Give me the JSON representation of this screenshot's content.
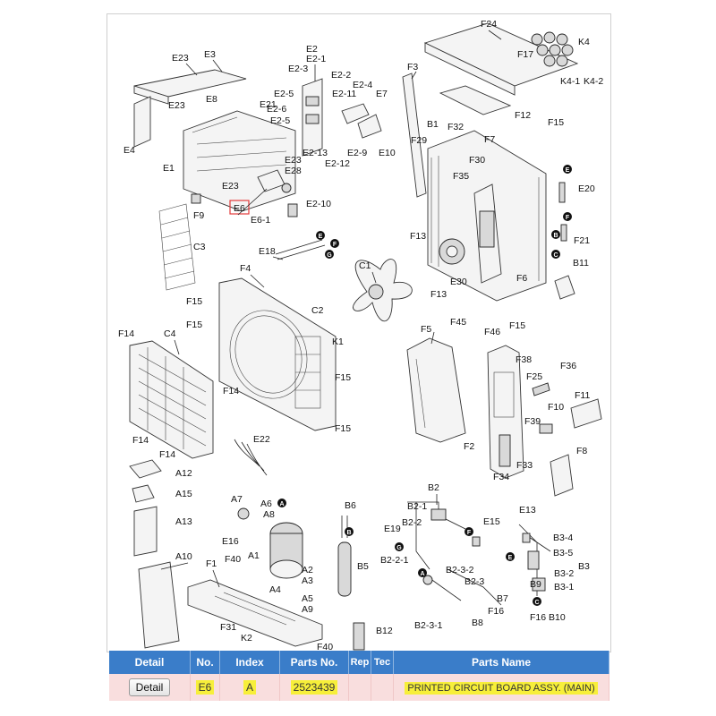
{
  "labels": {
    "E23a": "E23",
    "E3": "E3",
    "E2": "E2",
    "E2_1": "E2-1",
    "F24": "F24",
    "K4": "K4",
    "E2_3": "E2-3",
    "E2_2": "E2-2",
    "F3": "F3",
    "F17": "F17",
    "E2_5a": "E2-5",
    "E2_6": "E2-6",
    "E2_11": "E2-11",
    "E2_4": "E2-4",
    "E7": "E7",
    "K4_1": "K4-1",
    "K4_2": "K4-2",
    "E8": "E8",
    "E23b": "E23",
    "E21": "E21",
    "F12": "F12",
    "F15a": "F15",
    "B1": "B1",
    "F32": "F32",
    "E4": "E4",
    "E2_5b": "E2-5",
    "E2_13": "E2-13",
    "E2_9": "E2-9",
    "E10": "E10",
    "F29": "F29",
    "F7": "F7",
    "E1": "E1",
    "E23c": "E23",
    "E28": "E28",
    "E2_12": "E2-12",
    "F30": "F30",
    "E20": "E20",
    "E23d": "E23",
    "F35": "F35",
    "F9": "F9",
    "E6": "E6",
    "E6_1": "E6-1",
    "E2_10": "E2-10",
    "C3": "C3",
    "E18": "E18",
    "F13a": "F13",
    "F21": "F21",
    "C1": "C1",
    "B11": "B11",
    "F4": "F4",
    "F13b": "F13",
    "E30": "E30",
    "F6": "F6",
    "F15b": "F15",
    "C2": "C2",
    "F15c": "F15",
    "F5": "F5",
    "F45": "F45",
    "F46": "F46",
    "F15d": "F15",
    "F14a": "F14",
    "C4": "C4",
    "K1": "K1",
    "F38": "F38",
    "F25": "F25",
    "F36": "F36",
    "F15e": "F15",
    "F14b": "F14",
    "F11": "F11",
    "F10": "F10",
    "F39": "F39",
    "F15f": "F15",
    "F14c": "F14",
    "E22": "E22",
    "F2": "F2",
    "F8": "F8",
    "F14d": "F14",
    "F33": "F33",
    "A12": "A12",
    "F34": "F34",
    "B2": "B2",
    "A15": "A15",
    "A7": "A7",
    "A6": "A6",
    "B6": "B6",
    "B2_1": "B2-1",
    "E13": "E13",
    "A8": "A8",
    "E19": "E19",
    "B2_2": "B2-2",
    "E15": "E15",
    "A13": "A13",
    "E16": "E16",
    "B3_4": "B3-4",
    "A1": "A1",
    "B5": "B5",
    "B2_2_1": "B2-2-1",
    "B2_3_2": "B2-3-2",
    "B3_5": "B3-5",
    "B3": "B3",
    "A10": "A10",
    "F1": "F1",
    "F40a": "F40",
    "A2": "A2",
    "B3_2": "B3-2",
    "A3": "A3",
    "B2_3": "B2-3",
    "B3_1": "B3-1",
    "A4": "A4",
    "B9": "B9",
    "A5": "A5",
    "B7": "B7",
    "A9": "A9",
    "F16a": "F16",
    "F16b": "F16",
    "B10": "B10",
    "B8": "B8",
    "B2_3_1": "B2-3-1",
    "B12": "B12",
    "F31": "F31",
    "K2": "K2",
    "F40b": "F40",
    "dA": "A",
    "dB": "B",
    "dC": "C",
    "dE": "E",
    "dF": "F",
    "dG": "G"
  },
  "table": {
    "headers": [
      "Detail",
      "No.",
      "Index",
      "Parts No.",
      "Rep",
      "Tec",
      "Parts Name"
    ],
    "row": {
      "button": "Detail",
      "no": "E6",
      "index": "A",
      "parts_no": "2523439",
      "parts_name": "PRINTED CIRCUIT BOARD ASSY. (MAIN)"
    }
  },
  "colors": {
    "header_bg": "#3a7dc9",
    "row_bg": "#f9dede",
    "highlight": "#f7ef3a",
    "selected_box": "#e23b3b"
  }
}
